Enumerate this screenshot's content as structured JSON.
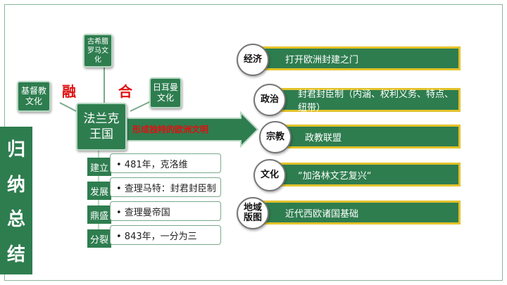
{
  "title_vertical": [
    "归",
    "纳",
    "总",
    "结"
  ],
  "center": {
    "label": "法兰克王国"
  },
  "sources": [
    {
      "label": "基督教文化"
    },
    {
      "label": "古希腊罗马文化"
    },
    {
      "label": "日耳曼文化"
    }
  ],
  "fusion": {
    "left": "融",
    "right": "合"
  },
  "arrow_label": "形成独特的欧洲文明",
  "timeline": [
    {
      "head": "建立",
      "text": "• 481年，克洛维"
    },
    {
      "head": "发展",
      "text": "• 查理马特：封君封臣制"
    },
    {
      "head": "鼎盛",
      "text": "• 查理曼帝国"
    },
    {
      "head": "分裂",
      "text": "• 843年，一分为三"
    }
  ],
  "aspects": [
    {
      "label": "经济",
      "text": "打开欧洲封建之门"
    },
    {
      "label": "政治",
      "text": "封君封臣制（内涵、权利义务、特点、纽带）"
    },
    {
      "label": "宗教",
      "text": "政教联盟"
    },
    {
      "label": "文化",
      "text": "“加洛林文艺复兴“"
    },
    {
      "label": "地域版图",
      "text": "近代西欧诸国基础"
    }
  ],
  "colors": {
    "green": "#2e7d4f",
    "gold": "#e3c22a",
    "red": "#e01010"
  }
}
